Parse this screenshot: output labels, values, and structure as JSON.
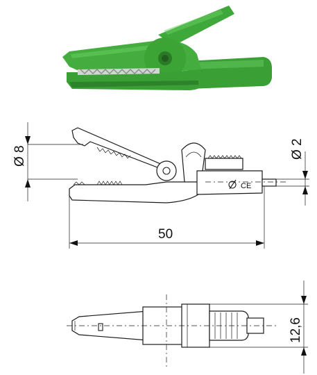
{
  "dimensions": {
    "jaw_diameter": "Ø 8",
    "pin_diameter": "Ø 2",
    "length": "50",
    "width": "12,6"
  },
  "marking": {
    "ce": "CE"
  },
  "colors": {
    "clip_green": "#3fa83a",
    "clip_green_dark": "#2e7f2a",
    "clip_green_light": "#5cc255",
    "line": "#1a1a1a"
  }
}
